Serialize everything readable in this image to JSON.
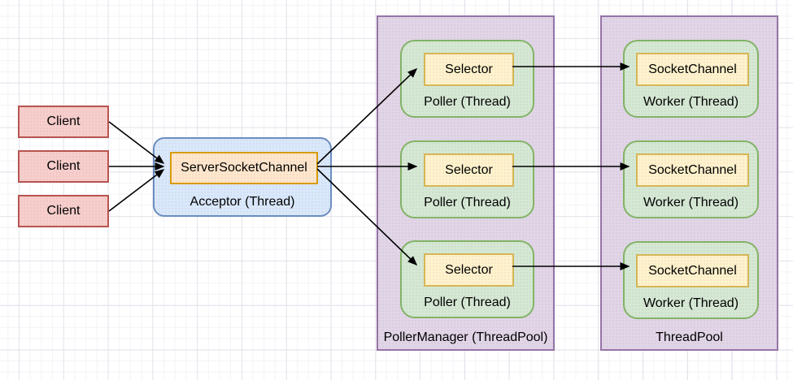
{
  "clients": [
    {
      "label": "Client"
    },
    {
      "label": "Client"
    },
    {
      "label": "Client"
    }
  ],
  "acceptor": {
    "label": "Acceptor (Thread)",
    "channel_label": "ServerSocketChannel"
  },
  "poller_manager": {
    "label": "PollerManager (ThreadPool)",
    "pollers": [
      {
        "label": "Poller (Thread)",
        "selector_label": "Selector"
      },
      {
        "label": "Poller (Thread)",
        "selector_label": "Selector"
      },
      {
        "label": "Poller (Thread)",
        "selector_label": "Selector"
      }
    ]
  },
  "thread_pool": {
    "label": "ThreadPool",
    "workers": [
      {
        "label": "Worker (Thread)",
        "channel_label": "SocketChannel"
      },
      {
        "label": "Worker (Thread)",
        "channel_label": "SocketChannel"
      },
      {
        "label": "Worker (Thread)",
        "channel_label": "SocketChannel"
      }
    ]
  },
  "edges": [
    {
      "from": "client-1",
      "to": "server-socket-channel"
    },
    {
      "from": "client-2",
      "to": "server-socket-channel"
    },
    {
      "from": "client-3",
      "to": "server-socket-channel"
    },
    {
      "from": "server-socket-channel",
      "to": "selector-1"
    },
    {
      "from": "server-socket-channel",
      "to": "selector-2"
    },
    {
      "from": "server-socket-channel",
      "to": "selector-3"
    },
    {
      "from": "selector-1",
      "to": "socket-channel-1"
    },
    {
      "from": "selector-2",
      "to": "socket-channel-2"
    },
    {
      "from": "selector-3",
      "to": "socket-channel-3"
    }
  ],
  "colors": {
    "client_fill": "#f8cecc",
    "client_stroke": "#b85450",
    "acceptor_fill": "#dae8fc",
    "acceptor_stroke": "#6c8ebf",
    "server_socket_channel_fill": "#ffe6cc",
    "server_socket_channel_stroke": "#d79b00",
    "selector_fill": "#fff2cc",
    "selector_stroke": "#d6b656",
    "thread_box_fill": "#d5e8d4",
    "thread_box_stroke": "#82b366",
    "pool_fill": "#e1d5e7",
    "pool_stroke": "#9673a6",
    "arrow": "#000000"
  }
}
